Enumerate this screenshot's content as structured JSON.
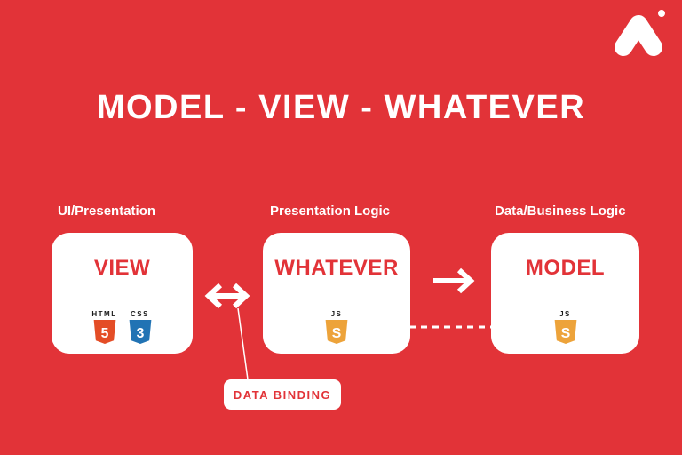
{
  "title": "MODEL - VIEW - WHATEVER",
  "columns": [
    {
      "label": "UI/Presentation",
      "box_text": "VIEW",
      "icons": [
        {
          "name": "html5-shield-icon",
          "label": "HTML",
          "letter": "5",
          "color": "#e44d26"
        },
        {
          "name": "css3-shield-icon",
          "label": "CSS",
          "letter": "3",
          "color": "#2173b4"
        }
      ]
    },
    {
      "label": "Presentation Logic",
      "box_text": "WHATEVER",
      "icons": [
        {
          "name": "js-shield-icon",
          "label": "JS",
          "letter": "S",
          "color": "#eda33a"
        }
      ]
    },
    {
      "label": "Data/Business Logic",
      "box_text": "MODEL",
      "icons": [
        {
          "name": "js-shield-icon",
          "label": "JS",
          "letter": "S",
          "color": "#eda33a"
        }
      ]
    }
  ],
  "connectors": {
    "data_binding_label": "DATA BINDING",
    "double_arrow": "bidirectional arrow between VIEW and WHATEVER",
    "right_arrow": "arrow from WHATEVER to MODEL",
    "dashed_line": "dashed link between WHATEVER and MODEL"
  },
  "icons_legend": {
    "brand-logo-icon": "stylized white letter A with dot (top-right logo)",
    "html5-shield-icon": "orange HTML5 shield badge",
    "css3-shield-icon": "blue CSS3 shield badge",
    "js-shield-icon": "gold JavaScript shield badge"
  },
  "colors": {
    "background": "#e23338",
    "box_fill": "#ffffff",
    "accent_text": "#e23338",
    "label_text": "#ffffff",
    "html5": "#e44d26",
    "css3": "#2173b4",
    "js": "#eda33a"
  }
}
